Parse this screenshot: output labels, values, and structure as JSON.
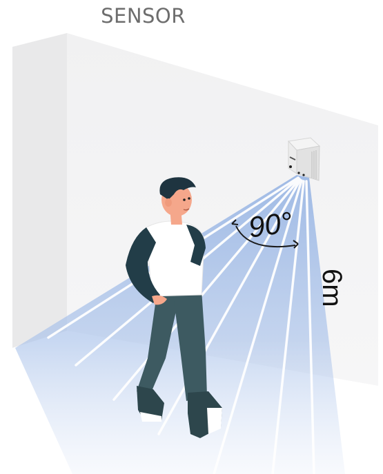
{
  "header": {
    "title": "SENSOR"
  },
  "sensor": {
    "angle_label": "90°",
    "range_label": "6m"
  },
  "colors": {
    "wall": "#f1f1f2",
    "wall_side": "#e6e6e7",
    "beam": "#9bb7e4",
    "shirt_dark": "#223d48",
    "pants": "#3d5a61",
    "skin": "#f5a78b",
    "hair": "#1e3440",
    "shoe_accent": "#ffffff"
  }
}
